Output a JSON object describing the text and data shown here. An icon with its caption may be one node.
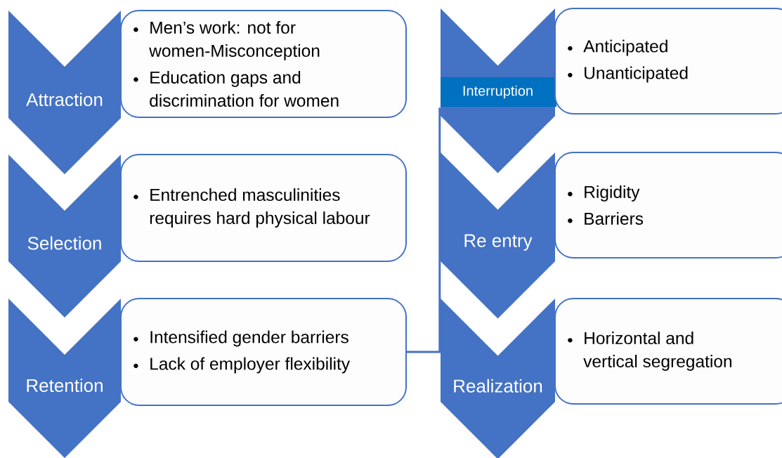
{
  "diagram": {
    "nodes": [
      {
        "text": [
          "Attraction"
        ]
      },
      {
        "text": [
          "Men’s work: not for women-Misconception",
          "Education gaps and discrimination for women"
        ]
      },
      {
        "text": [
          "Selection"
        ]
      },
      {
        "text": [
          "Entrenched masculinities requires hard physical labour"
        ]
      },
      {
        "text": [
          "Retention"
        ]
      },
      {
        "text": [
          "Intensified gender barriers",
          "Lack of employer  flexibility"
        ]
      },
      {
        "text": [
          "Interruption"
        ]
      },
      {
        "text": [
          "Anticipated",
          "Unanticipated"
        ]
      },
      {
        "text": [
          "Re entry"
        ]
      },
      {
        "text": [
          "Rigidity",
          "Barriers"
        ]
      },
      {
        "text": [
          "Realization"
        ]
      },
      {
        "text": [
          "Horizontal and vertical segregation"
        ]
      }
    ],
    "edges": [
      {
        "from": 5,
        "to": 6,
        "arrow": "none"
      }
    ]
  }
}
